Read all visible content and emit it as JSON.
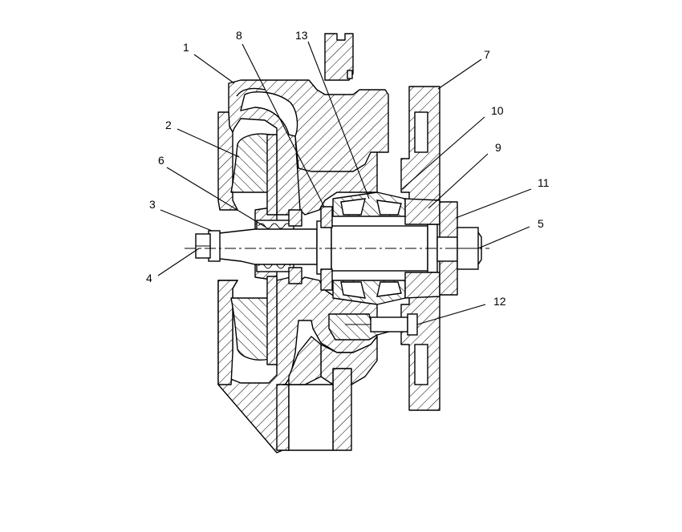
{
  "drawing": {
    "callouts": [
      {
        "id": "c1",
        "label": "1"
      },
      {
        "id": "c2",
        "label": "2"
      },
      {
        "id": "c3",
        "label": "3"
      },
      {
        "id": "c4",
        "label": "4"
      },
      {
        "id": "c5",
        "label": "5"
      },
      {
        "id": "c6",
        "label": "6"
      },
      {
        "id": "c7",
        "label": "7"
      },
      {
        "id": "c8",
        "label": "8"
      },
      {
        "id": "c9",
        "label": "9"
      },
      {
        "id": "c10",
        "label": "10"
      },
      {
        "id": "c11",
        "label": "11"
      },
      {
        "id": "c12",
        "label": "12"
      },
      {
        "id": "c13",
        "label": "13"
      }
    ]
  }
}
